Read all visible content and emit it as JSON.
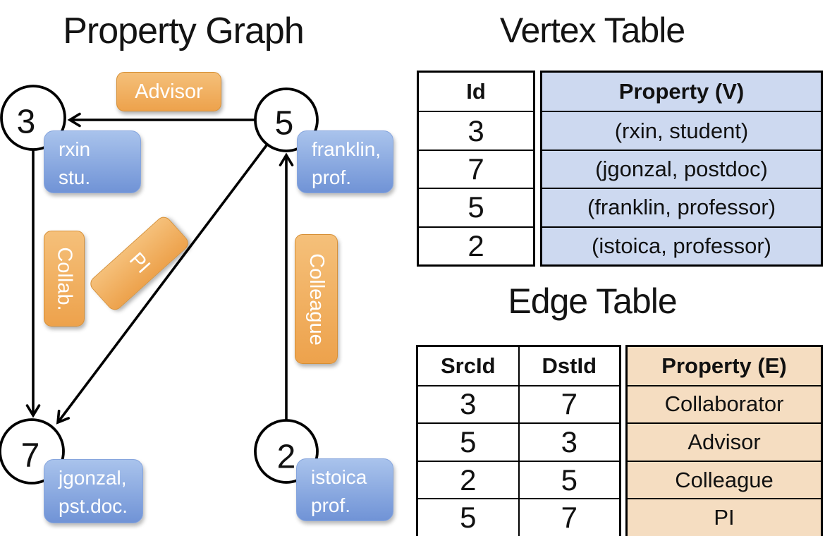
{
  "titles": {
    "graph": "Property Graph",
    "vertex": "Vertex Table",
    "edge": "Edge Table"
  },
  "graph": {
    "nodes": [
      {
        "id": "3",
        "line1": "rxin",
        "line2": "stu."
      },
      {
        "id": "5",
        "line1": "franklin,",
        "line2": "prof."
      },
      {
        "id": "7",
        "line1": "jgonzal,",
        "line2": "pst.doc."
      },
      {
        "id": "2",
        "line1": "istoica",
        "line2": "prof."
      }
    ],
    "edge_labels": [
      "Advisor",
      "Collab.",
      "PI",
      "Colleague"
    ]
  },
  "vertex_table": {
    "headers": {
      "id": "Id",
      "property": "Property (V)"
    },
    "rows": [
      {
        "id": "3",
        "property": "(rxin, student)"
      },
      {
        "id": "7",
        "property": "(jgonzal, postdoc)"
      },
      {
        "id": "5",
        "property": "(franklin, professor)"
      },
      {
        "id": "2",
        "property": "(istoica, professor)"
      }
    ]
  },
  "edge_table": {
    "headers": {
      "src": "SrcId",
      "dst": "DstId",
      "property": "Property (E)"
    },
    "rows": [
      {
        "src": "3",
        "dst": "7",
        "property": "Collaborator"
      },
      {
        "src": "5",
        "dst": "3",
        "property": "Advisor"
      },
      {
        "src": "2",
        "dst": "5",
        "property": "Colleague"
      },
      {
        "src": "5",
        "dst": "7",
        "property": "PI"
      }
    ]
  },
  "colors": {
    "pill-orange": "#eda24c",
    "pill-orange-light": "#f5c07a",
    "pill-border": "#d68f35",
    "box-blue": "#7093d6",
    "box-blue-light": "#a9c3ec",
    "box-blue-border": "#86a5dd",
    "vertex-cell-blue": "#cdd9f0",
    "edge-cell-peach": "#f5ddc1",
    "ink": "#000000"
  }
}
